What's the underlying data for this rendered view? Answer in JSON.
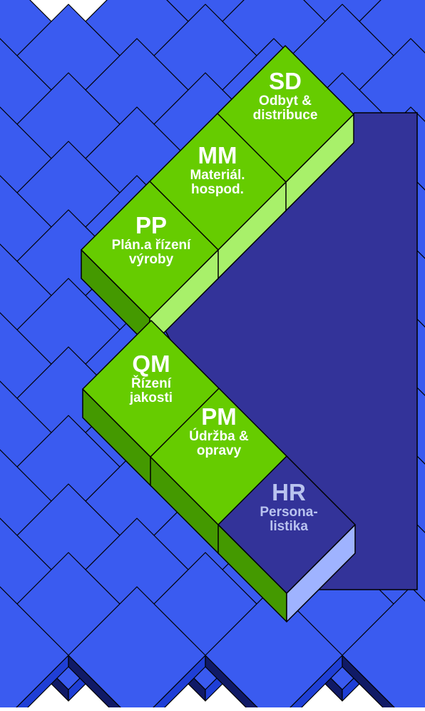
{
  "colors": {
    "grid_fill": "#1f3fd6",
    "grid_top": "#3a5bf0",
    "grid_stroke": "#101a66",
    "green_top": "#66cc00",
    "green_side": "#449900",
    "green_face": "#a8f06a",
    "panel": "#333399",
    "hr_top": "#333399",
    "hr_face": "#9fb3ff",
    "label_white": "#ffffff",
    "label_hr": "#b9c3ef"
  },
  "modules": {
    "sd": {
      "code": "SD",
      "name_line1": "Odbyt &",
      "name_line2": "distribuce"
    },
    "mm": {
      "code": "MM",
      "name_line1": "Materiál.",
      "name_line2": "hospod."
    },
    "pp": {
      "code": "PP",
      "name_line1": "Plán.a řízení",
      "name_line2": "výroby"
    },
    "qm": {
      "code": "QM",
      "name_line1": "Řízení",
      "name_line2": "jakosti"
    },
    "pm": {
      "code": "PM",
      "name_line1": "Údržba &",
      "name_line2": "opravy"
    },
    "hr": {
      "code": "HR",
      "name_line1": "Persona-",
      "name_line2": "listika"
    }
  }
}
